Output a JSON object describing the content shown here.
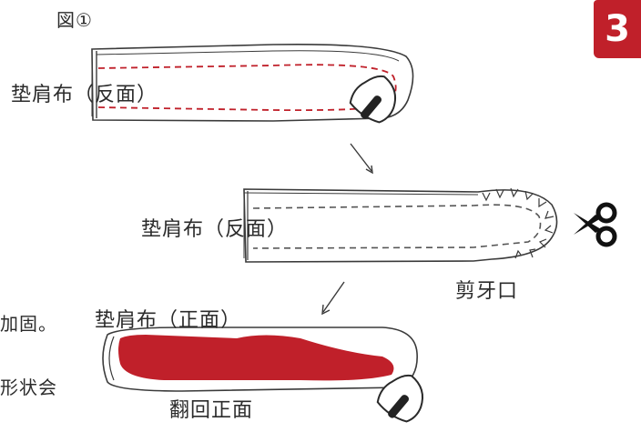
{
  "figure_label": "図①",
  "step_badge": "3",
  "panel1": {
    "label": "垫肩布（反面）"
  },
  "panel2": {
    "label": "垫肩布（反面）",
    "cut_label": "剪牙口"
  },
  "panel3": {
    "label": "垫肩布（正面）",
    "turn_label": "翻回正面"
  },
  "side_text": {
    "line1": "加固。",
    "line2": "形状会"
  },
  "colors": {
    "fabric_red": "#c0202a",
    "stitch_red": "#c0202a",
    "outline": "#3a3a3a"
  },
  "icons": [
    "iron-icon",
    "scissors-icon",
    "arrow-down-icon"
  ]
}
